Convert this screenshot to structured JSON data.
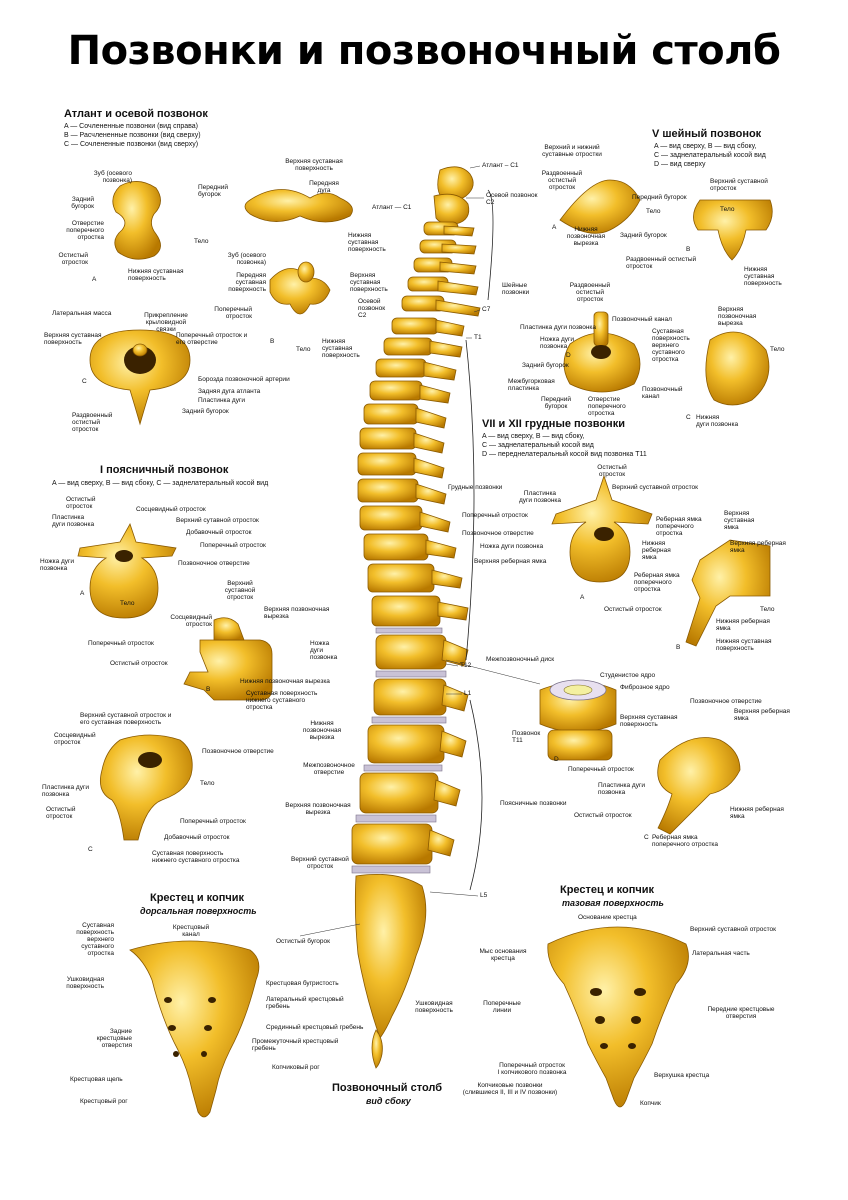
{
  "title": "Позвонки и позвоночный столб",
  "atlas": {
    "title": "Атлант и осевой позвонок",
    "legend": [
      "A — Сочлененные позвонки (вид справа)",
      "B — Расчлененные позвонки (вид сверху)",
      "C — Сочлененные позвонки (вид сверху)"
    ],
    "labels": {
      "zub": "Зуб (осевого\nпозвонка)",
      "back_tub": "Задний\nбугорок",
      "front_tub": "Передний\nбугорок",
      "foramen_transv": "Отверстие\nпоперечного\nотростка",
      "spinous": "Остистый\nотросток",
      "telo": "Тело",
      "lower_art": "Нижняя суставная\nповерхность",
      "letter_a": "A",
      "upper_art_top": "Верхняя суставная\nповерхность",
      "front_arch": "Передняя\nдуга",
      "atlant_c1": "Атлант — C1",
      "lower_art2": "Нижняя\nсуставная\nповерхность",
      "zub2": "Зуб (осевого\nпозвонка)",
      "front_art": "Передняя\nсуставная\nповерхность",
      "upper_art2": "Верхняя\nсуставная\nповерхность",
      "transverse": "Поперечный\nотросток",
      "axis_c2": "Осевой\nпозвонок\nC2",
      "letter_b": "B",
      "telo2": "Тело",
      "lower_art3": "Нижняя\nсуставная\nповерхность",
      "lat_mass": "Латеральная масса",
      "lig_attach": "Прикрепление\nкрыловидной\nсвязки",
      "upper_art3": "Верхняя суставная\nповерхность",
      "transv_foramen": "Поперечный отросток и\nего отверстие",
      "letter_c": "C",
      "groove": "Борозда позвоночной артерии",
      "post_arch": "Задняя дуга атланта",
      "lamina": "Пластинка дуги",
      "post_tub": "Задний бугорок",
      "bifid": "Раздвоенный\nостистый\nотросток"
    }
  },
  "lumbar": {
    "title": "I поясничный позвонок",
    "legend": "A — вид сверху, B — вид сбоку, C — заднелатеральный косой вид",
    "labels": {
      "spinous": "Остистый\nотросток",
      "mammillary": "Сосцевидный отросток",
      "lamina": "Пластинка\nдуги позвонка",
      "upper_art": "Верхний сутавной отросток",
      "accessory": "Добавочный отросток",
      "transverse": "Поперечный отросток",
      "pedicle": "Ножка дуги\nпозвонка",
      "foramen": "Позвоночное отверстие",
      "telo": "Тело",
      "letter_a": "A",
      "upper_art_b": "Верхний\nсуставной\nотросток",
      "mammillary_b": "Сосцевидный\nотросток",
      "upper_notch": "Верхняя позвоночная\nвырезка",
      "transverse_b": "Поперечный отросток",
      "pedicle_b": "Ножка\nдуги\nпозвонка",
      "spinous_b": "Остистый отросток",
      "letter_b": "B",
      "lower_notch": "Нижняя позвоночная вырезка",
      "lower_art_face": "Суставная поверхность\nнижнего суставного\nотростка",
      "upper_art_c": "Верхний суставной отросток и\nего суставная поверхность",
      "mammillary_c": "Сосцевидный\nотросток",
      "foramen_c": "Позвоночное отверстие",
      "telo_c": "Тело",
      "lamina_c": "Пластинка дуги\nпозвонка",
      "spinous_c": "Остистый\nотросток",
      "transverse_c": "Поперечный отросток",
      "accessory_c": "Добавочный отросток",
      "lower_art_c": "Суставная поверхность\nнижнего суставного отростка",
      "letter_c": "C"
    }
  },
  "sacrum_dorsal": {
    "title": "Крестец и копчик",
    "subtitle": "дорсальная поверхность",
    "labels": {
      "art_surface": "Суставная\nповерхность\nверхнего\nсуставного\nотростка",
      "canal": "Крестцовый\nканал",
      "spinous_tub": "Остистый бугорок",
      "auricular": "Ушковидная\nповерхность",
      "sacral_tuberosity": "Крестцовая бугристость",
      "lat_crest": "Латеральный крестцовый\nгребень",
      "post_foramina": "Задние\nкрестцовые\nотверстия",
      "median_crest": "Срединный крестцовый гребень",
      "intermediate_crest": "Промежуточный крестцовый\nгребень",
      "coccyx_horn": "Копчиковый рог",
      "hiatus": "Крестцовая щель",
      "sacral_horn": "Крестцовый рог"
    }
  },
  "spine": {
    "title": "Позвоночный столб",
    "subtitle": "вид сбоку",
    "labels": {
      "atlant": "Атлант – C1",
      "axis": "Осевой позвонок\nC2",
      "c7": "C7",
      "cervical": "Шейные\nпозвонки",
      "t1": "T1",
      "thoracic": "Грудные позвонки",
      "t12": "T12",
      "l1": "L1",
      "lumbar": "Поясничные позвонки",
      "l5": "L5",
      "lower_notch": "Нижняя\nпозвоночная\nвырезка",
      "foramen": "Межпозвоночное\nотверстие",
      "upper_notch": "Верхняя позвоночная\nвырезка",
      "upper_art": "Верхний суставной\nотросток",
      "auricular": "Ушковидная\nповерхность",
      "disc": "Межпозвоночный диск"
    }
  },
  "cervical5": {
    "title": "V шейный позвонок",
    "legend": [
      "A — вид сверху, B — вид сбоку,",
      "C — заднелатеральный косой вид",
      "D — вид сверху"
    ],
    "labels": {
      "upper_lower_art": "Верхний и нижний\nсуставные отростки",
      "bifid": "Раздвоенный\nостистый\nотросток",
      "front_tub": "Передний бугорок",
      "upper_art": "Верхний суставной\nотросток",
      "telo": "Тело",
      "telo_b": "Тело",
      "letter_a": "A",
      "lower_notch": "Нижняя\nпозвоночная\nвырезка",
      "back_tub": "Задний бугорок",
      "letter_b": "B",
      "bifid_b": "Раздвоенный остистый\nотросток",
      "lower_art": "Нижняя\nсуставная\nповерхность",
      "bifid_d": "Раздвоенный\nостистый\nотросток",
      "canal": "Позвоночный канал",
      "lamina": "Пластинка дуги позвонка",
      "pedicle": "Ножка дуги\nпозвонка",
      "art_face": "Суставная\nповерхность\nверхнего\nсуставного\nотростка",
      "upper_notch": "Верхняя\nпозвоночная\nвырезка",
      "telo_c": "Тело",
      "letter_d": "D",
      "back_tub_d": "Задний бугорок",
      "intertub": "Межбугорковая\nпластинка",
      "front_tub_d": "Передний\nбугорок",
      "foramen_transv": "Отверстие\nпоперечного\nотростка",
      "canal2": "Позвоночный\nканал",
      "letter_c": "C",
      "lower_lamina": "Нижняя\nдуги позвонка"
    }
  },
  "thoracic": {
    "title": "VII и XII грудные позвонки",
    "legend": [
      "A — вид сверху, B — вид сбоку,",
      "C — заднелатеральный косой вид",
      "D — переднелатеральный косой вид позвонка T11"
    ],
    "labels": {
      "spinous": "Остистый\nотросток",
      "lamina": "Пластинка\nдуги позвонка",
      "upper_art": "Верхний суставной отросток",
      "transverse": "Поперечный отросток",
      "rib_facet_transv": "Реберная ямка\nпоперечного\nотростка",
      "upper_notch": "Верхняя\nсуставная\nямка",
      "foramen": "Позвоночное отверстие",
      "pedicle": "Ножка дуги позвонка",
      "lower_rib": "Нижняя\nреберная\nямка",
      "upper_rib_facet": "Верхняя реберная\nямка",
      "upper_rib": "Верхняя реберная ямка",
      "letter_a": "A",
      "rib_facet_transv_b": "Реберная ямка\nпоперечного\nотростка",
      "spinous_b": "Остистый отросток",
      "telo": "Тело",
      "lower_rib_b": "Нижняя реберная\nямка",
      "lower_art_b": "Нижняя суставная\nповерхность",
      "letter_b": "B",
      "nucleus": "Студенистое ядро",
      "annulus": "Фиброзное ядро",
      "vertebra_t11": "Позвонок\nT11",
      "transverse_d": "Поперечный отросток",
      "letter_d": "D",
      "foramen_c": "Позвоночное отверстие",
      "upper_art_c": "Верхняя суставная\nповерхность",
      "upper_rib_c": "Верхняя реберная\nямка",
      "lamina_c": "Пластинка дуги\nпозвонка",
      "spinous_c": "Остистый отросток",
      "lower_rib_c": "Нижняя реберная\nямка",
      "rib_facet_c": "Реберная ямка\nпоперечного отростка",
      "letter_c": "C"
    }
  },
  "sacrum_pelvic": {
    "title": "Крестец и копчик",
    "subtitle": "тазовая поверхность",
    "labels": {
      "base": "Основание крестца",
      "upper_art": "Верхний суставной отросток",
      "promontory": "Мыс основания\nкрестца",
      "lat_part": "Латеральная часть",
      "transv_lines": "Поперечные\nлинии",
      "ant_foramina": "Передние крестцовые\nотверстия",
      "coccyx_transv": "Поперечный отросток\nI копчикового позвонка",
      "apex": "Верхушка крестца",
      "coccyx_vert": "Копчиковые позвонки\n(слившиеся II, III и IV позвонки)",
      "coccyx": "Копчик"
    }
  }
}
